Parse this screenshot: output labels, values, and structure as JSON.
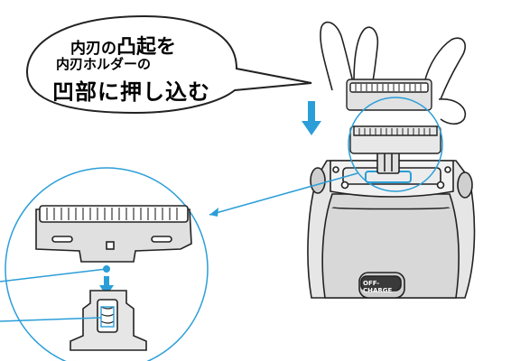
{
  "callout": {
    "line1_small": "内刃の",
    "line1_big": "凸起を",
    "line2": "内刃ホルダーの",
    "line3": "凹部に押し込む"
  },
  "shaver": {
    "switch_label": "OFF-CHARGE"
  },
  "colors": {
    "accent": "#2b9ed8",
    "outline": "#222222",
    "body_fill": "#e8e8e8"
  }
}
